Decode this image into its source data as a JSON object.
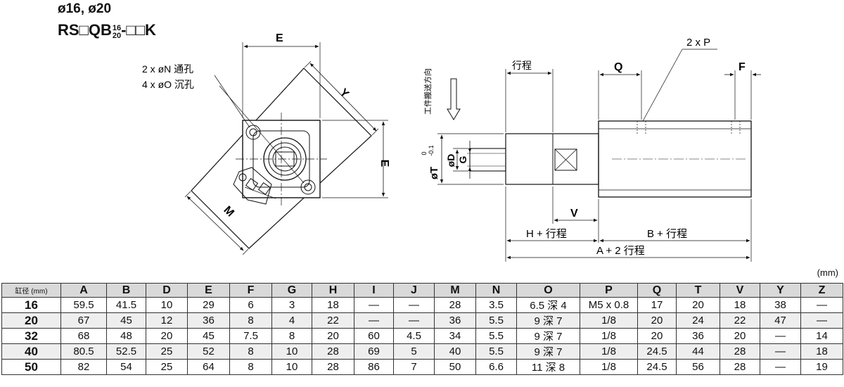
{
  "header": {
    "title": "ø16, ø20",
    "model_prefix": "RS□QB",
    "model_sup": "16",
    "model_sub": "20",
    "model_suffix": "-□□K"
  },
  "front_view": {
    "dim_e_top": "E",
    "dim_e_right": "E",
    "dim_y": "Y",
    "dim_m": "M",
    "note_through_hole": "2 x øN 通孔",
    "note_counterbore": "4 x øO 沉孔"
  },
  "side_view": {
    "stroke_label": "行程",
    "transfer_direction": "工件搬送方向",
    "dim_q": "Q",
    "dim_p": "2 x P",
    "dim_f": "F",
    "dim_t": "øT",
    "dim_t_tol_upper": "0",
    "dim_t_tol_lower": "-0.1",
    "dim_d": "øD",
    "dim_g": "G",
    "dim_v": "V",
    "dim_h_plus": "H + 行程",
    "dim_b_plus": "B + 行程",
    "dim_a_plus": "A + 2 行程"
  },
  "table": {
    "unit": "(mm)",
    "headers": [
      "缸径 (mm)",
      "A",
      "B",
      "D",
      "E",
      "F",
      "G",
      "H",
      "I",
      "J",
      "M",
      "N",
      "O",
      "P",
      "Q",
      "T",
      "V",
      "Y",
      "Z"
    ],
    "rows": [
      [
        "16",
        "59.5",
        "41.5",
        "10",
        "29",
        "6",
        "3",
        "18",
        "—",
        "—",
        "28",
        "3.5",
        "6.5 深 4",
        "M5 x 0.8",
        "17",
        "20",
        "18",
        "38",
        "—"
      ],
      [
        "20",
        "67",
        "45",
        "12",
        "36",
        "8",
        "4",
        "22",
        "—",
        "—",
        "36",
        "5.5",
        "9 深 7",
        "1/8",
        "20",
        "24",
        "22",
        "47",
        "—"
      ],
      [
        "32",
        "68",
        "48",
        "20",
        "45",
        "7.5",
        "8",
        "20",
        "60",
        "4.5",
        "34",
        "5.5",
        "9 深 7",
        "1/8",
        "20",
        "36",
        "20",
        "—",
        "14"
      ],
      [
        "40",
        "80.5",
        "52.5",
        "25",
        "52",
        "8",
        "10",
        "28",
        "69",
        "5",
        "40",
        "5.5",
        "9 深 7",
        "1/8",
        "24.5",
        "44",
        "28",
        "—",
        "18"
      ],
      [
        "50",
        "82",
        "54",
        "25",
        "64",
        "8",
        "10",
        "28",
        "86",
        "7",
        "50",
        "6.6",
        "11 深 8",
        "1/8",
        "24.5",
        "56",
        "28",
        "—",
        "19"
      ]
    ]
  }
}
